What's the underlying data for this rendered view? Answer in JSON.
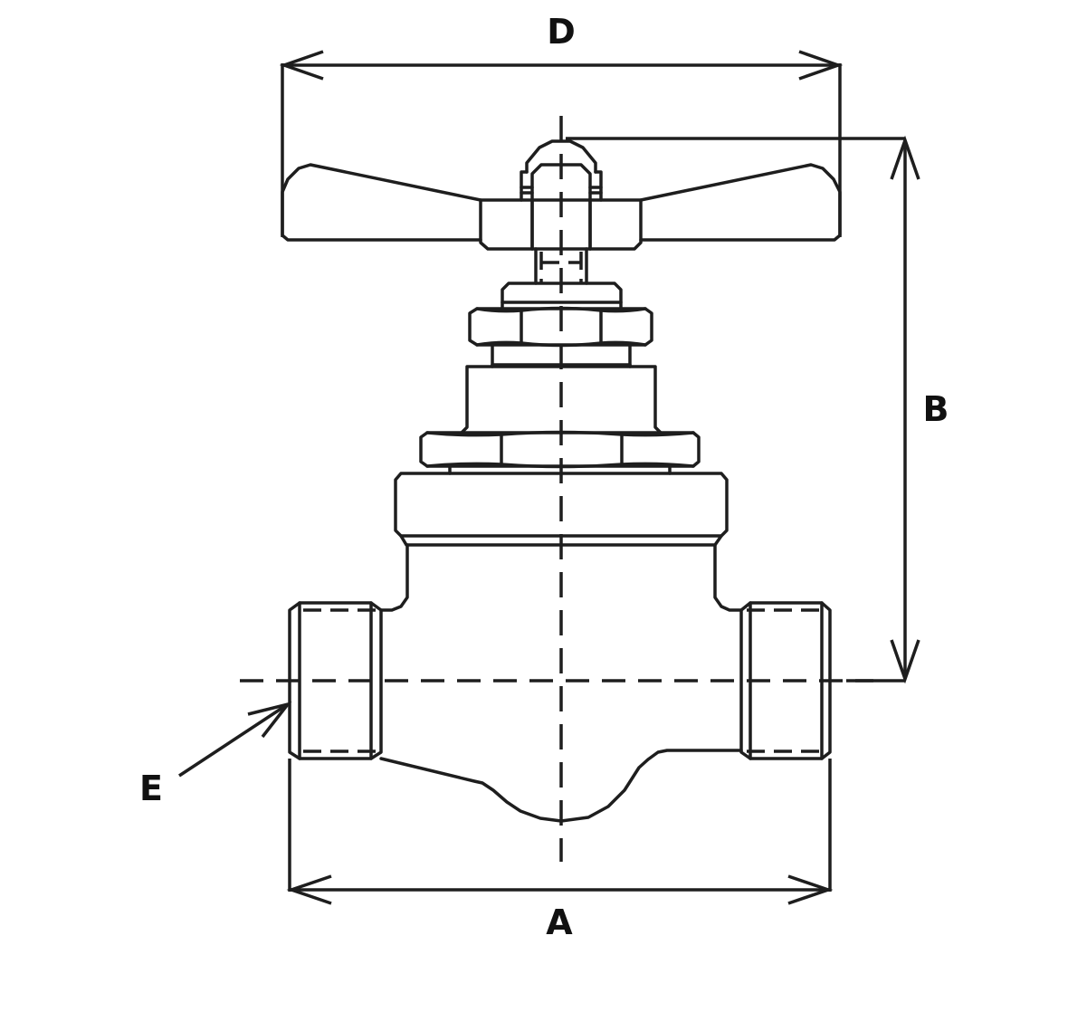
{
  "labels": {
    "D": "D",
    "B": "B",
    "A": "A",
    "E": "E"
  }
}
